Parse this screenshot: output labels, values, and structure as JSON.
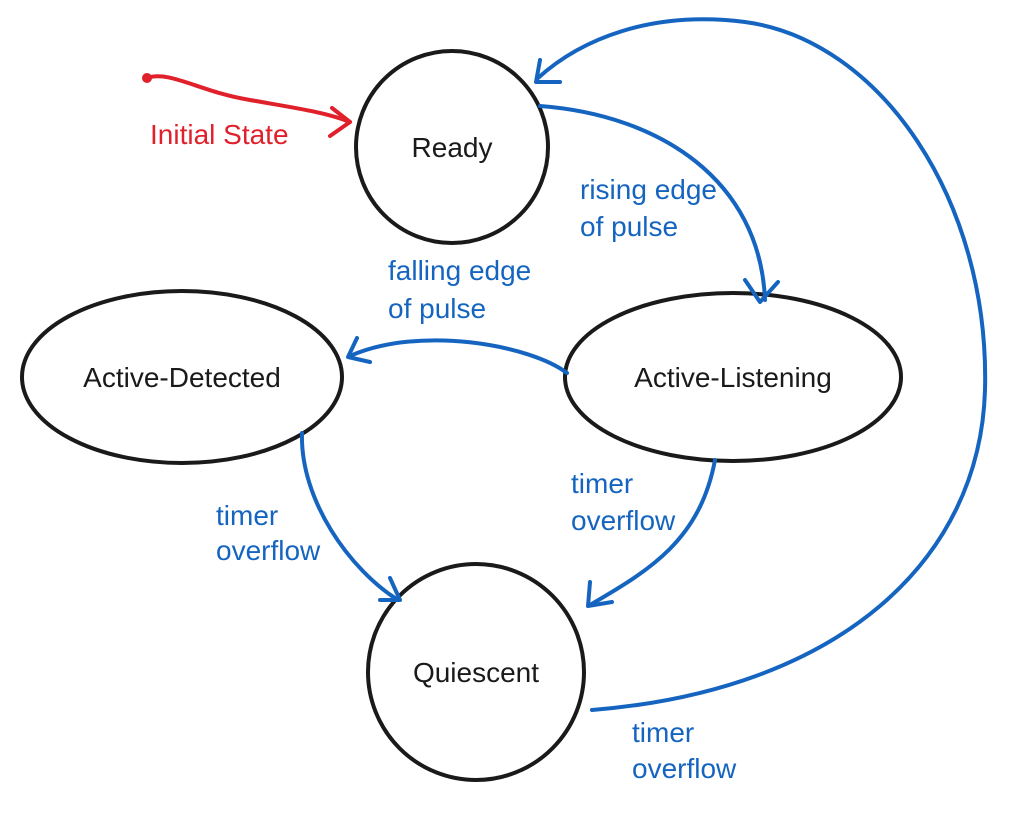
{
  "colors": {
    "state_stroke": "#1a1a1a",
    "transition": "#1565c0",
    "initial": "#e0202a"
  },
  "initial": {
    "label": "Initial State"
  },
  "states": {
    "ready": "Ready",
    "active_listening": "Active-Listening",
    "active_detected": "Active-Detected",
    "quiescent": "Quiescent"
  },
  "transitions": {
    "ready_to_listening": [
      "rising edge",
      "of pulse"
    ],
    "listening_to_detected": [
      "falling edge",
      "of pulse"
    ],
    "detected_to_quiescent": [
      "timer",
      "overflow"
    ],
    "listening_to_quiescent": [
      "timer",
      "overflow"
    ],
    "quiescent_to_ready": [
      "timer",
      "overflow"
    ]
  }
}
